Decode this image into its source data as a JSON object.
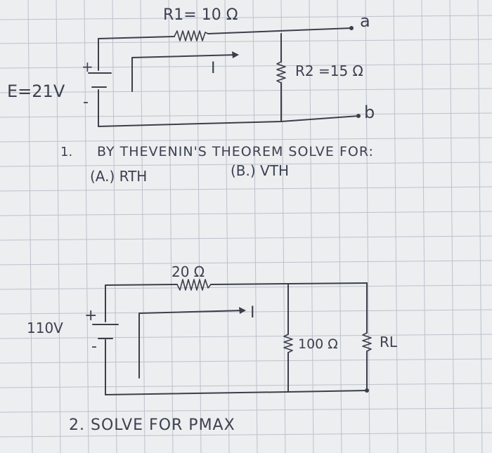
{
  "circuit1": {
    "r1_label": "R1= 10 Ω",
    "r2_label": "R2 =15 Ω",
    "source_label": "E=21V",
    "plus": "+",
    "minus": "-",
    "current_label": "I",
    "node_a": "a",
    "node_b": "b"
  },
  "problem1": {
    "number": "1.",
    "line1": "BY THEVENIN'S THEOREM SOLVE FOR:",
    "part_a": "(A.) RTH",
    "part_b": "(B.) VTH"
  },
  "circuit2": {
    "r_series_label": "20 Ω",
    "source_label": "110V",
    "plus": "+",
    "minus": "-",
    "current_label": "I",
    "r_shunt_label": "100 Ω",
    "load_label": "RL"
  },
  "problem2": {
    "line": "2. SOLVE FOR PMAX"
  },
  "colors": {
    "ink": "#3b3f4a",
    "paper": "#eceef0",
    "grid": "#bcc2cc"
  }
}
